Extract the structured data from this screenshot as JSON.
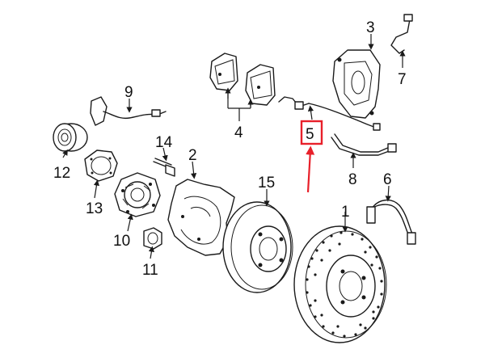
{
  "callouts": {
    "c1": "1",
    "c2": "2",
    "c3": "3",
    "c4": "4",
    "c5": "5",
    "c6": "6",
    "c7": "7",
    "c8": "8",
    "c9": "9",
    "c10": "10",
    "c11": "11",
    "c12": "12",
    "c13": "13",
    "c14": "14",
    "c15": "15"
  },
  "highlight": {
    "callout": "5",
    "color": "#e8202a"
  },
  "colors": {
    "line": "#1a1a1a",
    "background": "#ffffff",
    "highlight": "#e8202a"
  }
}
